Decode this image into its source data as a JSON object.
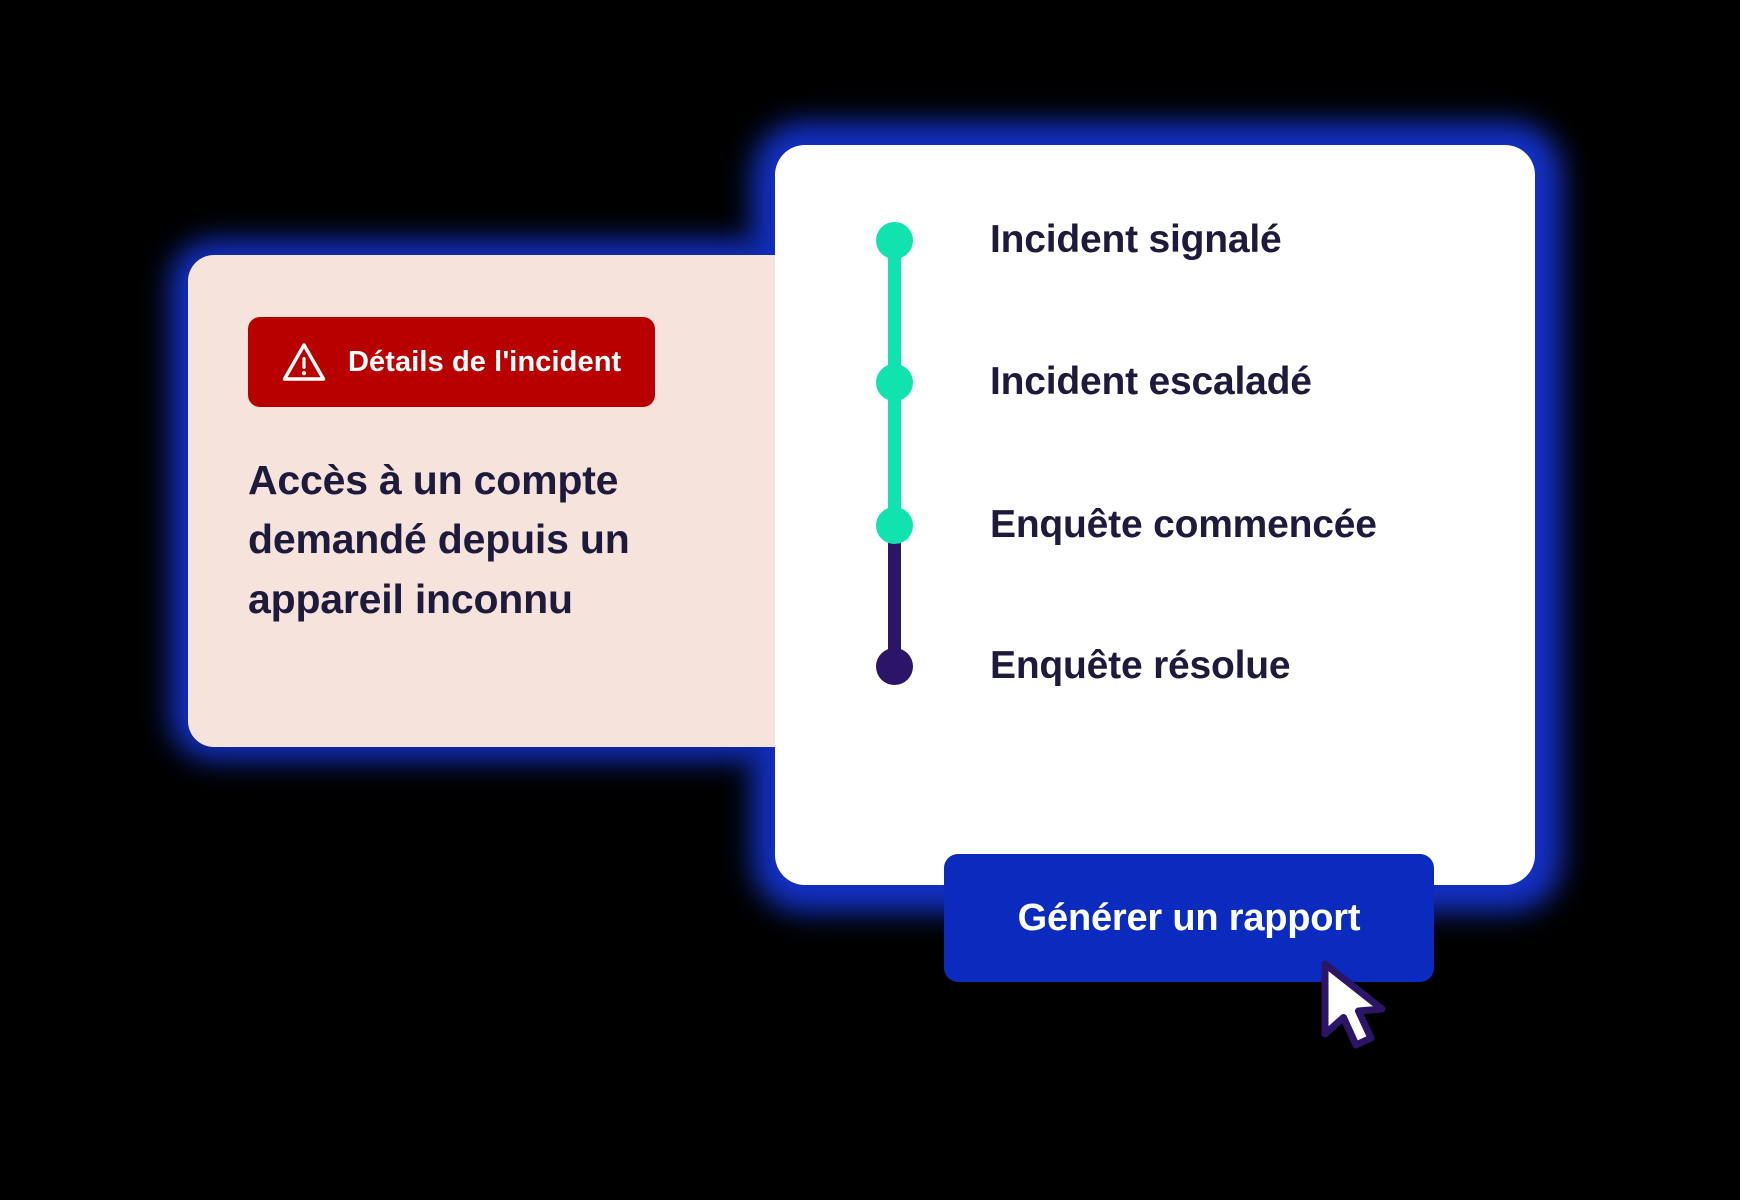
{
  "palette": {
    "background": "#000000",
    "glow_blue": "#1330C4",
    "card_pink": "#F6E3DC",
    "card_white": "#FFFFFF",
    "badge_red": "#B90000",
    "text_navy": "#1D1A3C",
    "accent_teal": "#11E3AE",
    "accent_navy": "#2C1466",
    "button_blue": "#0B2BBE",
    "button_text": "#FFFFFF"
  },
  "incident_card": {
    "badge": {
      "icon": "warning-triangle-icon",
      "label": "Détails de l'incident"
    },
    "headline": "Accès à un compte demandé depuis un appareil inconnu"
  },
  "timeline_card": {
    "steps": [
      {
        "label": "Incident signalé",
        "state": "complete",
        "dot_color": "#11E3AE"
      },
      {
        "label": "Incident escaladé",
        "state": "complete",
        "dot_color": "#11E3AE"
      },
      {
        "label": "Enquête commencée",
        "state": "complete",
        "dot_color": "#11E3AE"
      },
      {
        "label": "Enquête résolue",
        "state": "pending",
        "dot_color": "#2C1466"
      }
    ]
  },
  "cta": {
    "label": "Générer un rapport"
  },
  "cursor": {
    "icon": "mouse-pointer-icon"
  }
}
